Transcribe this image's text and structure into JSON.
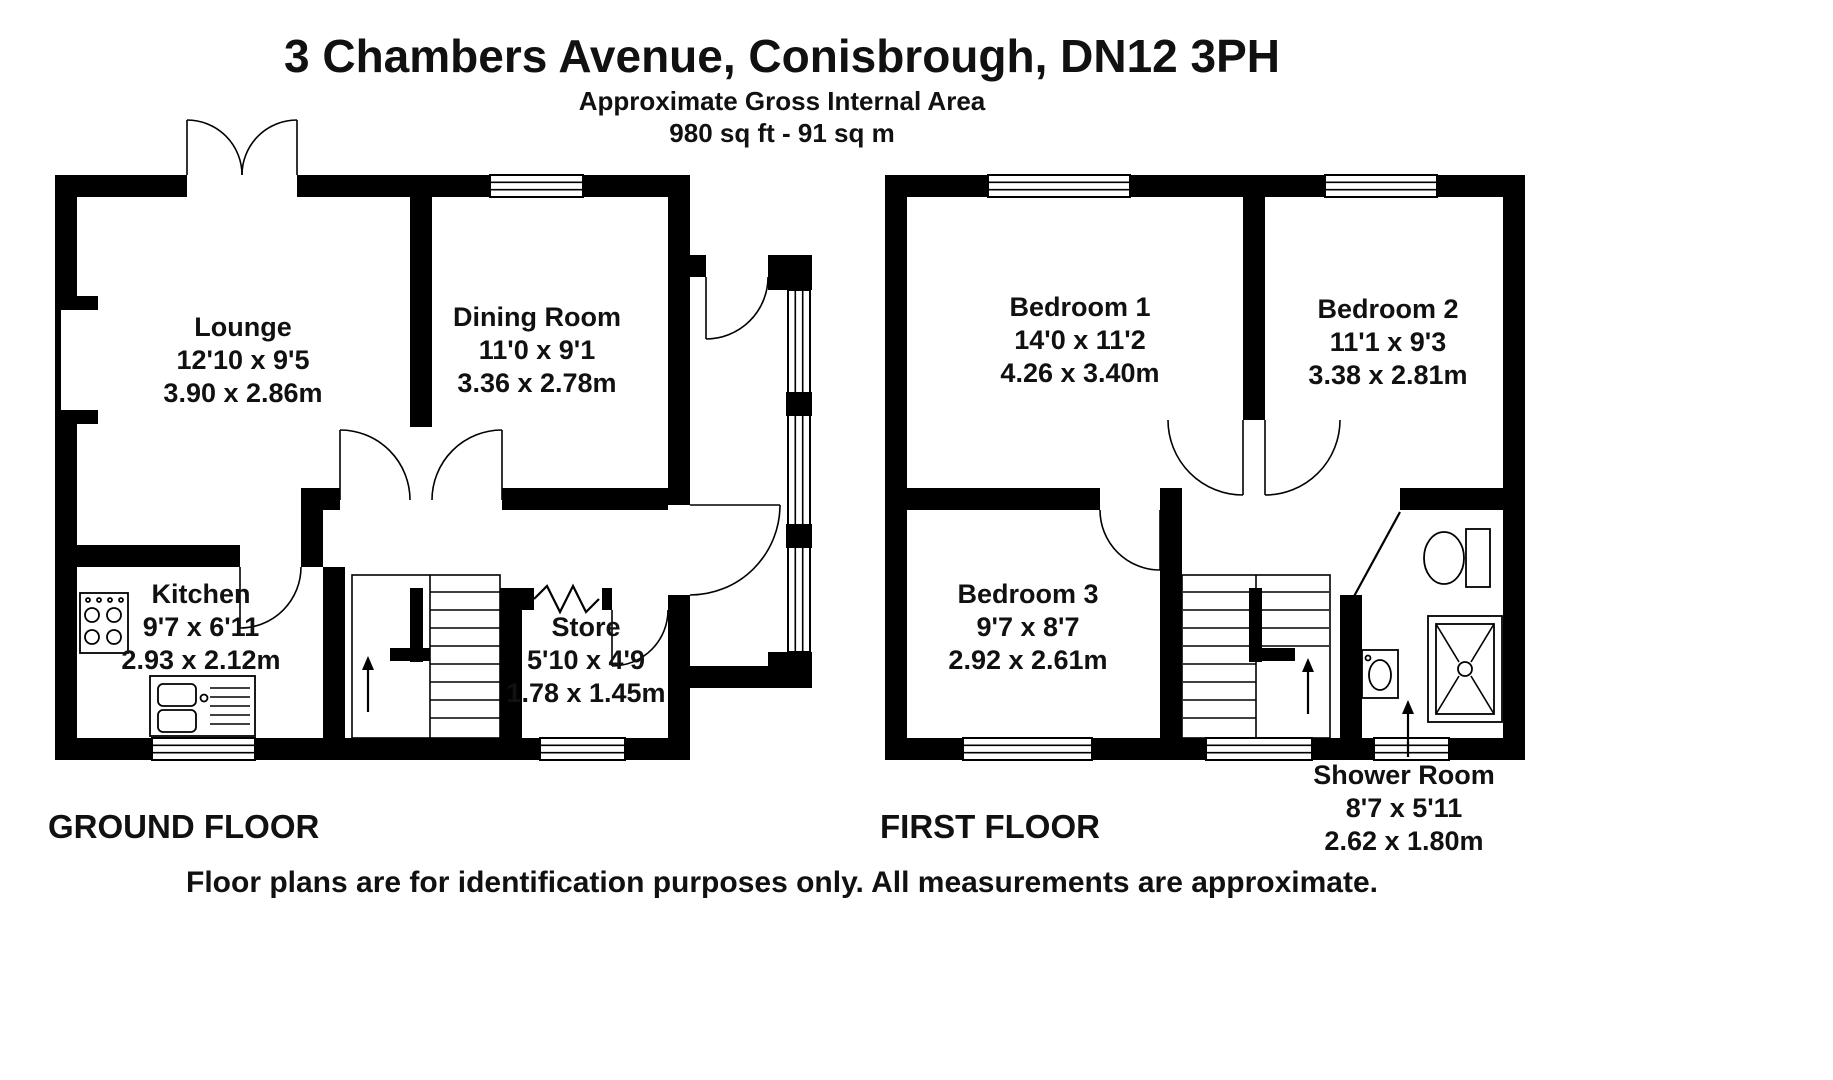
{
  "header": {
    "title": "3 Chambers Avenue, Conisbrough, DN12 3PH",
    "subtitle": "Approximate Gross Internal Area",
    "area": "980 sq ft - 91 sq m"
  },
  "floors": {
    "ground": {
      "label": "GROUND FLOOR",
      "rooms": {
        "lounge": {
          "name": "Lounge",
          "imperial": "12'10 x 9'5",
          "metric": "3.90 x 2.86m"
        },
        "dining": {
          "name": "Dining Room",
          "imperial": "11'0 x 9'1",
          "metric": "3.36 x 2.78m"
        },
        "kitchen": {
          "name": "Kitchen",
          "imperial": "9'7 x 6'11",
          "metric": "2.93 x 2.12m"
        },
        "store": {
          "name": "Store",
          "imperial": "5'10 x 4'9",
          "metric": "1.78 x 1.45m"
        }
      }
    },
    "first": {
      "label": "FIRST FLOOR",
      "rooms": {
        "bedroom1": {
          "name": "Bedroom 1",
          "imperial": "14'0 x 11'2",
          "metric": "4.26 x 3.40m"
        },
        "bedroom2": {
          "name": "Bedroom 2",
          "imperial": "11'1 x 9'3",
          "metric": "3.38 x 2.81m"
        },
        "bedroom3": {
          "name": "Bedroom 3",
          "imperial": "9'7 x 8'7",
          "metric": "2.92 x 2.61m"
        },
        "shower": {
          "name": "Shower Room",
          "imperial": "8'7 x 5'11",
          "metric": "2.62 x 1.80m"
        }
      }
    }
  },
  "footer": {
    "disclaimer": "Floor plans are for identification purposes only. All measurements are approximate."
  },
  "colors": {
    "wall": "#000000",
    "ink": "#111111",
    "background": "#ffffff"
  }
}
